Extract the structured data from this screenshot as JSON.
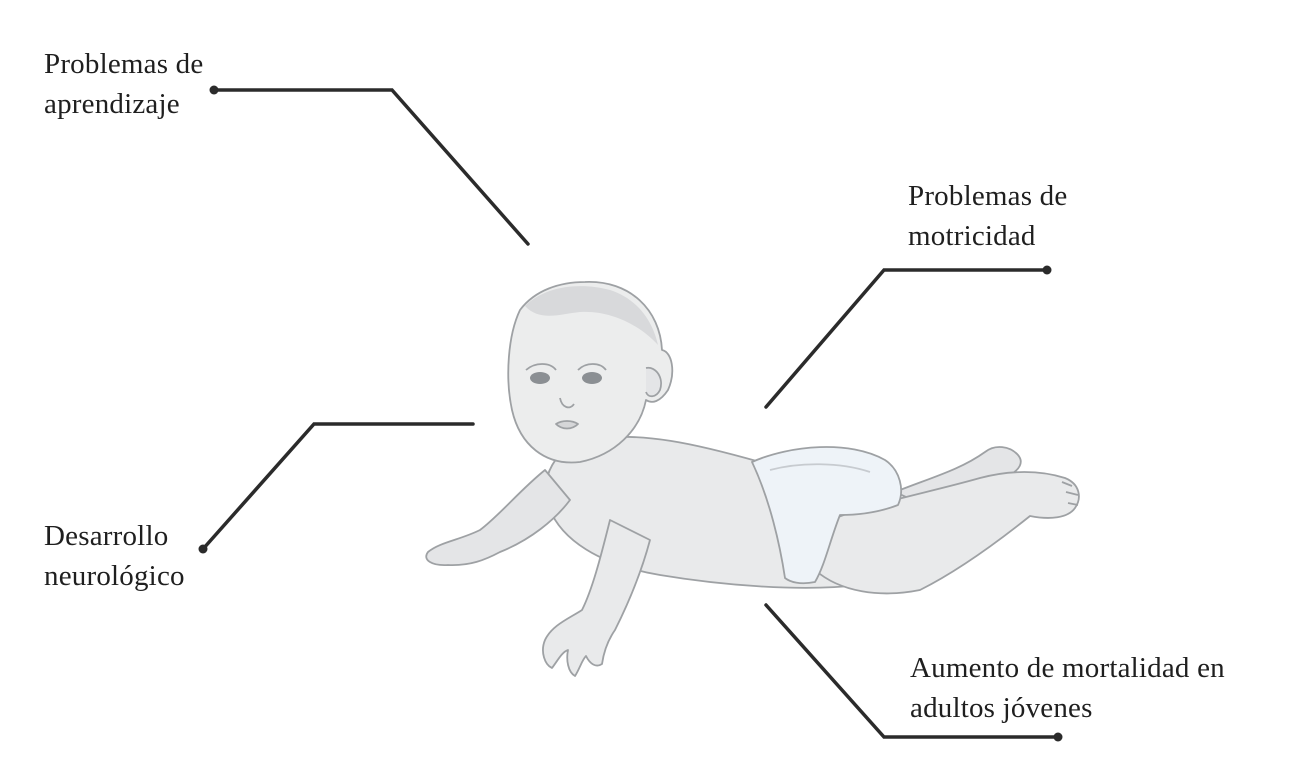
{
  "labels": {
    "aprendizaje": [
      "Problemas de",
      "aprendizaje"
    ],
    "motricidad": [
      "Problemas de",
      "motricidad"
    ],
    "neurologico": [
      "Desarrollo",
      "neurológico"
    ],
    "mortalidad": [
      "Aumento de mortalidad en",
      "adultos jóvenes"
    ]
  },
  "colors": {
    "line": "#2b2b2b",
    "skin": "#e9eaeb",
    "skin_shadow": "#cfd1d3",
    "outline": "#9ea1a4",
    "diaper": "#eef3f8"
  },
  "icons": {
    "baby": "baby-crawling-illustration"
  }
}
